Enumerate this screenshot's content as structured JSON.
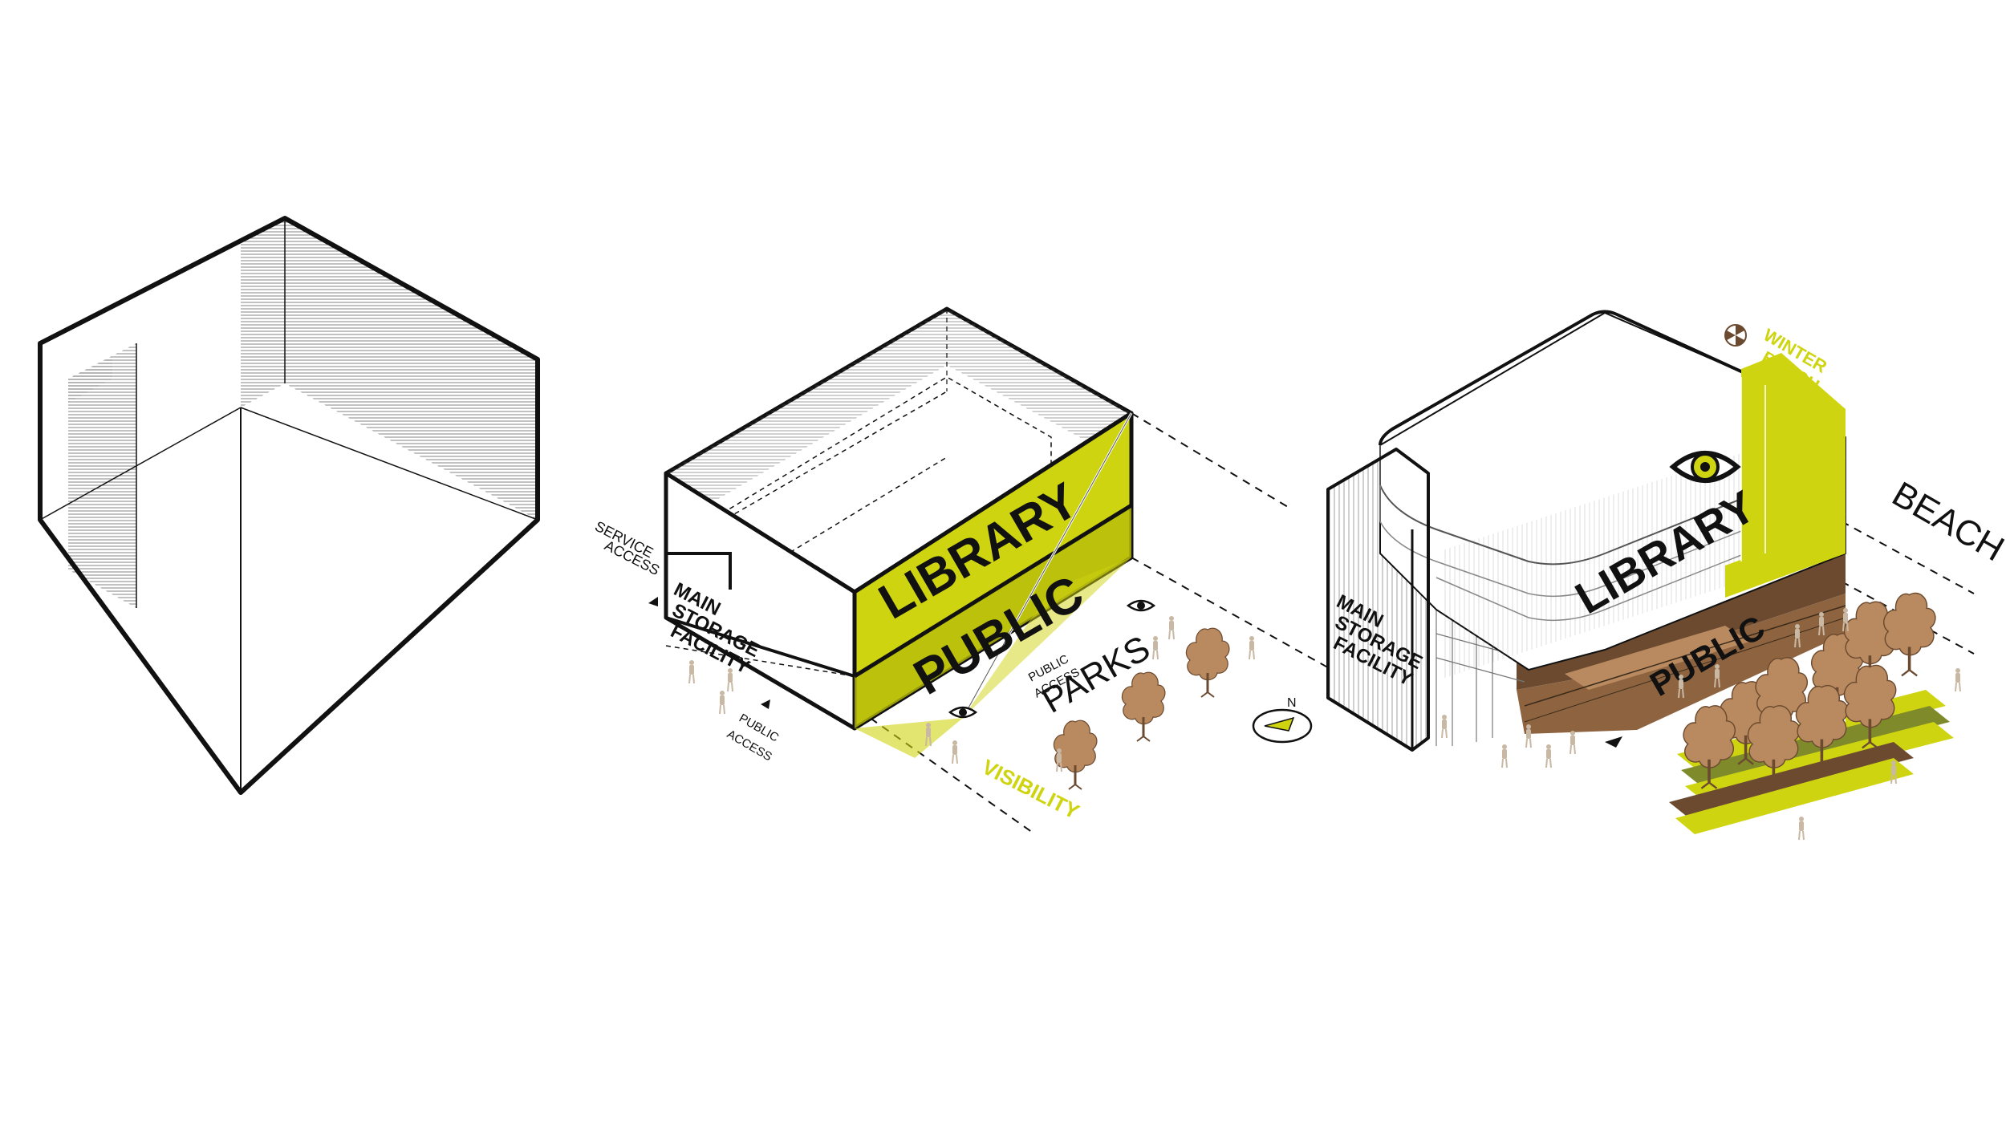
{
  "diagram_1": {},
  "diagram_2": {
    "library": "LIBRARY",
    "public": "PUBLIC",
    "storage_1": "MAIN",
    "storage_2": "STORAGE",
    "storage_3": "FACILITY",
    "service_1": "SERVICE",
    "service_2": "ACCESS",
    "public_access_1": "PUBLIC",
    "public_access_2": "ACCESS",
    "parks": "PARKS",
    "visibility": "VISIBILITY",
    "north": "N"
  },
  "diagram_3": {
    "library": "LIBRARY",
    "public": "PUBLIC",
    "storage_1": "MAIN",
    "storage_2": "STORAGE",
    "storage_3": "FACILITY",
    "beach": "BEACH",
    "winter_1": "WINTER",
    "winter_2": "BEACH"
  },
  "colors": {
    "accent": "#cfd411",
    "accent_dark": "#b7bc0a",
    "wood": "#b98a5f",
    "wood_dark": "#6b4a30",
    "ink": "#111111"
  }
}
